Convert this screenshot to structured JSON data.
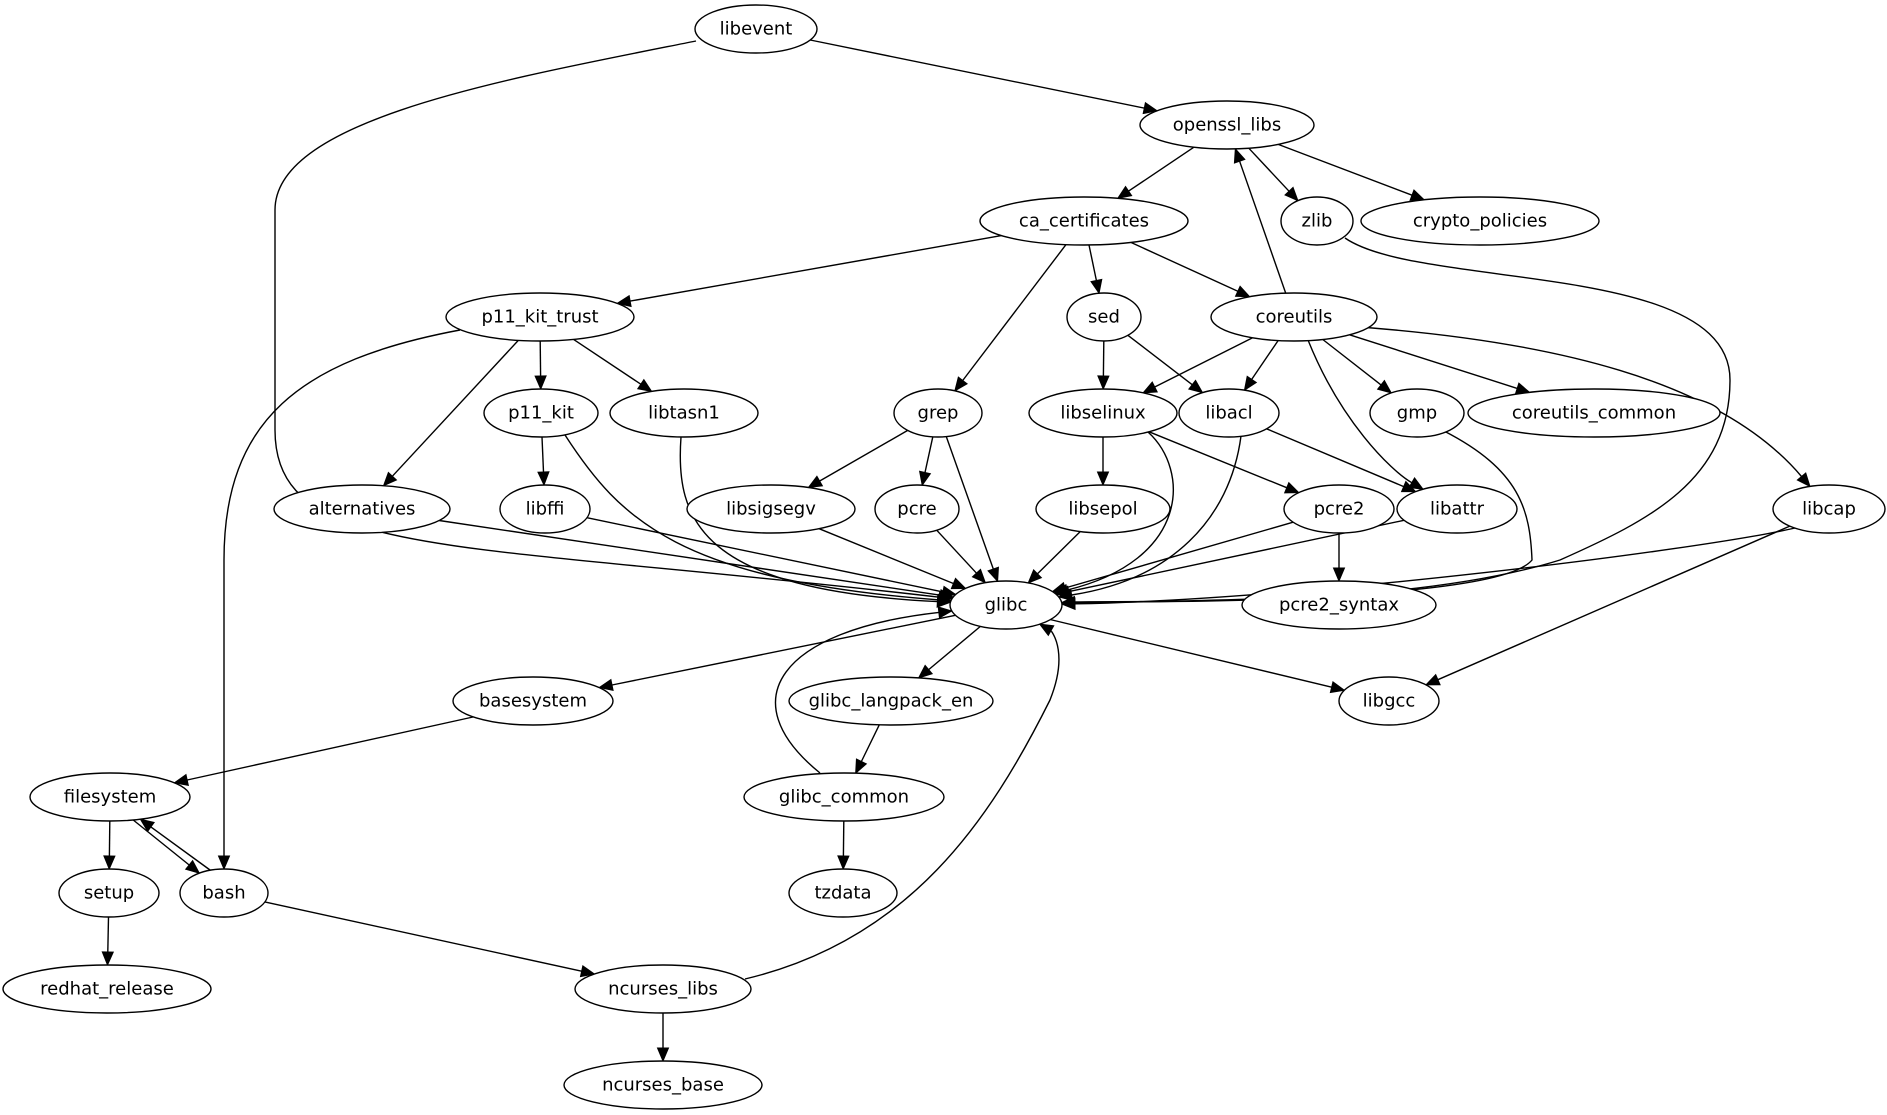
{
  "diagram": {
    "type": "directed-graph",
    "nodes": [
      {
        "id": "libevent",
        "label": "libevent"
      },
      {
        "id": "openssl_libs",
        "label": "openssl_libs"
      },
      {
        "id": "ca_certificates",
        "label": "ca_certificates"
      },
      {
        "id": "zlib",
        "label": "zlib"
      },
      {
        "id": "crypto_policies",
        "label": "crypto_policies"
      },
      {
        "id": "p11_kit_trust",
        "label": "p11_kit_trust"
      },
      {
        "id": "sed",
        "label": "sed"
      },
      {
        "id": "coreutils",
        "label": "coreutils"
      },
      {
        "id": "p11_kit",
        "label": "p11_kit"
      },
      {
        "id": "libtasn1",
        "label": "libtasn1"
      },
      {
        "id": "grep",
        "label": "grep"
      },
      {
        "id": "libselinux",
        "label": "libselinux"
      },
      {
        "id": "libacl",
        "label": "libacl"
      },
      {
        "id": "gmp",
        "label": "gmp"
      },
      {
        "id": "coreutils_common",
        "label": "coreutils_common"
      },
      {
        "id": "alternatives",
        "label": "alternatives"
      },
      {
        "id": "libffi",
        "label": "libffi"
      },
      {
        "id": "libsigsegv",
        "label": "libsigsegv"
      },
      {
        "id": "pcre",
        "label": "pcre"
      },
      {
        "id": "libsepol",
        "label": "libsepol"
      },
      {
        "id": "pcre2",
        "label": "pcre2"
      },
      {
        "id": "libattr",
        "label": "libattr"
      },
      {
        "id": "libcap",
        "label": "libcap"
      },
      {
        "id": "glibc",
        "label": "glibc"
      },
      {
        "id": "pcre2_syntax",
        "label": "pcre2_syntax"
      },
      {
        "id": "basesystem",
        "label": "basesystem"
      },
      {
        "id": "glibc_langpack_en",
        "label": "glibc_langpack_en"
      },
      {
        "id": "libgcc",
        "label": "libgcc"
      },
      {
        "id": "filesystem",
        "label": "filesystem"
      },
      {
        "id": "glibc_common",
        "label": "glibc_common"
      },
      {
        "id": "setup",
        "label": "setup"
      },
      {
        "id": "bash",
        "label": "bash"
      },
      {
        "id": "tzdata",
        "label": "tzdata"
      },
      {
        "id": "redhat_release",
        "label": "redhat_release"
      },
      {
        "id": "ncurses_libs",
        "label": "ncurses_libs"
      },
      {
        "id": "ncurses_base",
        "label": "ncurses_base"
      }
    ],
    "edges": [
      [
        "libevent",
        "openssl_libs"
      ],
      [
        "libevent",
        "glibc"
      ],
      [
        "openssl_libs",
        "ca_certificates"
      ],
      [
        "openssl_libs",
        "zlib"
      ],
      [
        "openssl_libs",
        "crypto_policies"
      ],
      [
        "coreutils",
        "openssl_libs"
      ],
      [
        "ca_certificates",
        "p11_kit_trust"
      ],
      [
        "ca_certificates",
        "grep"
      ],
      [
        "ca_certificates",
        "sed"
      ],
      [
        "ca_certificates",
        "coreutils"
      ],
      [
        "zlib",
        "glibc"
      ],
      [
        "p11_kit_trust",
        "bash"
      ],
      [
        "p11_kit_trust",
        "alternatives"
      ],
      [
        "p11_kit_trust",
        "p11_kit"
      ],
      [
        "p11_kit_trust",
        "libtasn1"
      ],
      [
        "p11_kit",
        "libffi"
      ],
      [
        "p11_kit",
        "glibc"
      ],
      [
        "libtasn1",
        "glibc"
      ],
      [
        "sed",
        "libselinux"
      ],
      [
        "sed",
        "libacl"
      ],
      [
        "coreutils",
        "libselinux"
      ],
      [
        "coreutils",
        "libacl"
      ],
      [
        "coreutils",
        "libattr"
      ],
      [
        "coreutils",
        "gmp"
      ],
      [
        "coreutils",
        "coreutils_common"
      ],
      [
        "coreutils",
        "libcap"
      ],
      [
        "grep",
        "libsigsegv"
      ],
      [
        "grep",
        "pcre"
      ],
      [
        "grep",
        "glibc"
      ],
      [
        "libselinux",
        "libsepol"
      ],
      [
        "libselinux",
        "pcre2"
      ],
      [
        "libselinux",
        "glibc"
      ],
      [
        "libacl",
        "libattr"
      ],
      [
        "libacl",
        "glibc"
      ],
      [
        "gmp",
        "glibc"
      ],
      [
        "alternatives",
        "glibc"
      ],
      [
        "libffi",
        "glibc"
      ],
      [
        "libsigsegv",
        "glibc"
      ],
      [
        "pcre",
        "glibc"
      ],
      [
        "libsepol",
        "glibc"
      ],
      [
        "pcre2",
        "glibc"
      ],
      [
        "pcre2",
        "pcre2_syntax"
      ],
      [
        "libattr",
        "glibc"
      ],
      [
        "libcap",
        "glibc"
      ],
      [
        "libcap",
        "libgcc"
      ],
      [
        "glibc",
        "basesystem"
      ],
      [
        "glibc",
        "glibc_langpack_en"
      ],
      [
        "glibc",
        "libgcc"
      ],
      [
        "glibc_common",
        "glibc"
      ],
      [
        "ncurses_libs",
        "glibc"
      ],
      [
        "basesystem",
        "filesystem"
      ],
      [
        "glibc_langpack_en",
        "glibc_common"
      ],
      [
        "glibc_common",
        "tzdata"
      ],
      [
        "filesystem",
        "setup"
      ],
      [
        "filesystem",
        "bash"
      ],
      [
        "bash",
        "filesystem"
      ],
      [
        "setup",
        "redhat_release"
      ],
      [
        "bash",
        "ncurses_libs"
      ],
      [
        "ncurses_libs",
        "ncurses_base"
      ]
    ]
  }
}
